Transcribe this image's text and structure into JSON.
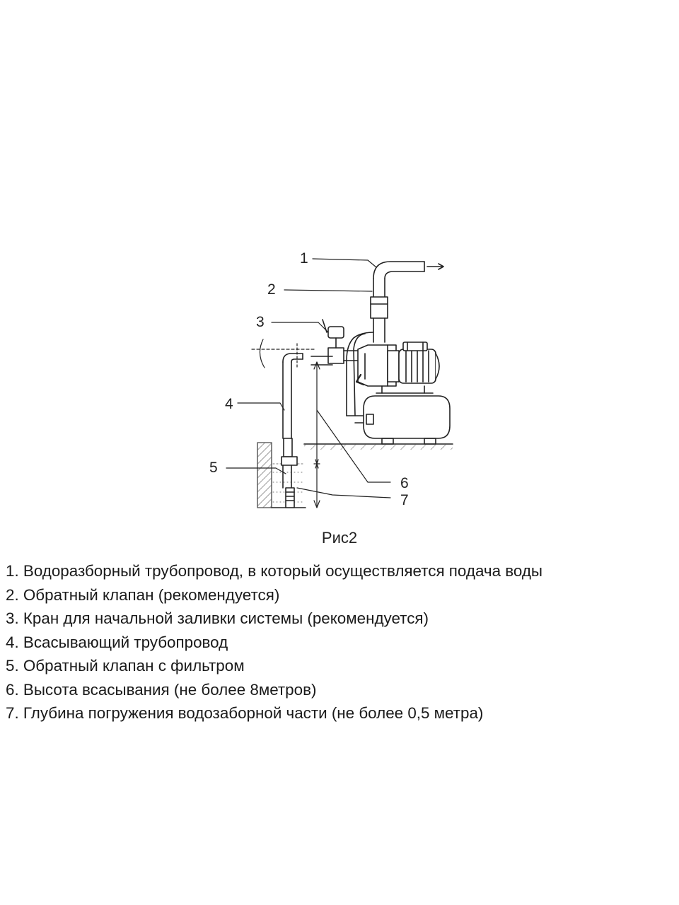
{
  "figure": {
    "callouts": [
      "1",
      "2",
      "3",
      "4",
      "5",
      "6",
      "7"
    ],
    "caption": "Рис2"
  },
  "legend": [
    "1. Водоразборный трубопровод, в который осуществляется подача воды",
    "2. Обратный клапан (рекомендуется)",
    "3. Кран для начальной заливки системы (рекомендуется)",
    "4. Всасывающий трубопровод",
    "5. Обратный клапан с фильтром",
    "6. Высота всасывания (не более 8метров)",
    "7. Глубина погружения водозаборной части (не более 0,5 метра)"
  ]
}
